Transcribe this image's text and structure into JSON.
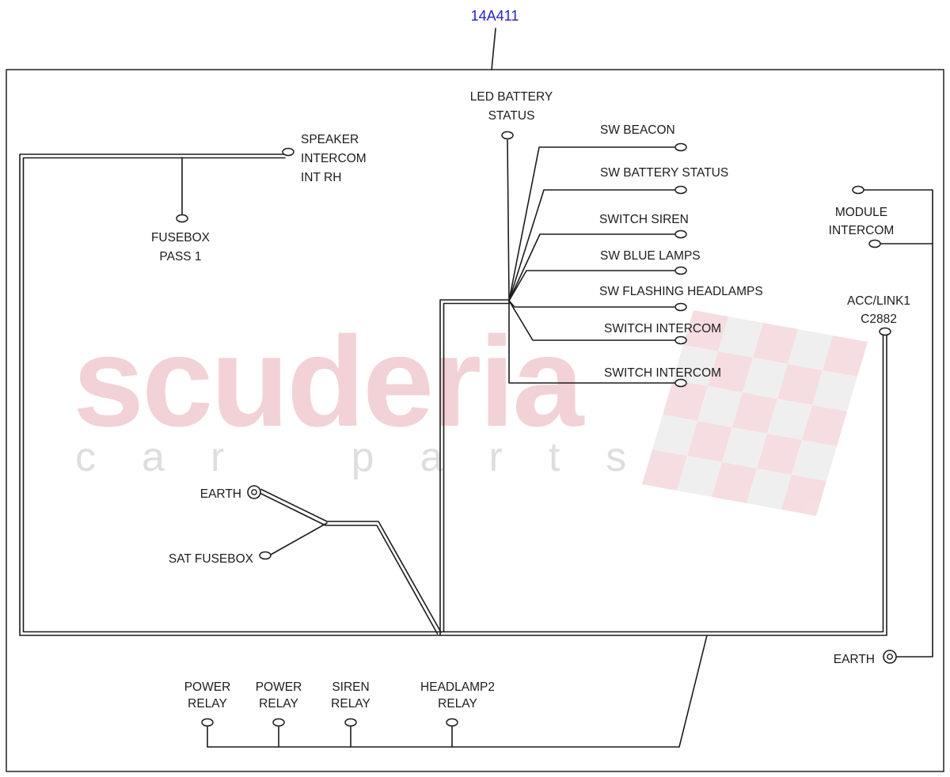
{
  "title": "14A411",
  "watermark": {
    "line1": "scuderia",
    "line2": "car parts"
  },
  "labels": {
    "speaker_intercom": [
      "SPEAKER",
      "INTERCOM",
      "INT RH"
    ],
    "fusebox_pass": [
      "FUSEBOX",
      "PASS 1"
    ],
    "led_battery": [
      "LED BATTERY",
      "STATUS"
    ],
    "sw_beacon": "SW BEACON",
    "sw_battery_status": "SW BATTERY STATUS",
    "switch_siren": "SWITCH SIREN",
    "sw_blue_lamps": "SW BLUE LAMPS",
    "sw_flashing_headlamps": "SW FLASHING HEADLAMPS",
    "switch_intercom_1": "SWITCH INTERCOM",
    "switch_intercom_2": "SWITCH INTERCOM",
    "module_intercom": [
      "MODULE",
      "INTERCOM"
    ],
    "acc_link": [
      "ACC/LINK1",
      "C2882"
    ],
    "earth_left": "EARTH",
    "sat_fusebox": "SAT FUSEBOX",
    "earth_right": "EARTH",
    "power_relay_1": [
      "POWER",
      "RELAY"
    ],
    "power_relay_2": [
      "POWER",
      "RELAY"
    ],
    "siren_relay": [
      "SIREN",
      "RELAY"
    ],
    "headlamp2_relay": [
      "HEADLAMP2",
      "RELAY"
    ]
  },
  "colors": {
    "title_blue": "#2222cc",
    "line": "#1c1c1c",
    "watermark_pink": "#e8aeb6",
    "watermark_gray": "#d9d9d9",
    "flag_pink": "#f0c3c9",
    "flag_gray": "#e3e3e3"
  }
}
